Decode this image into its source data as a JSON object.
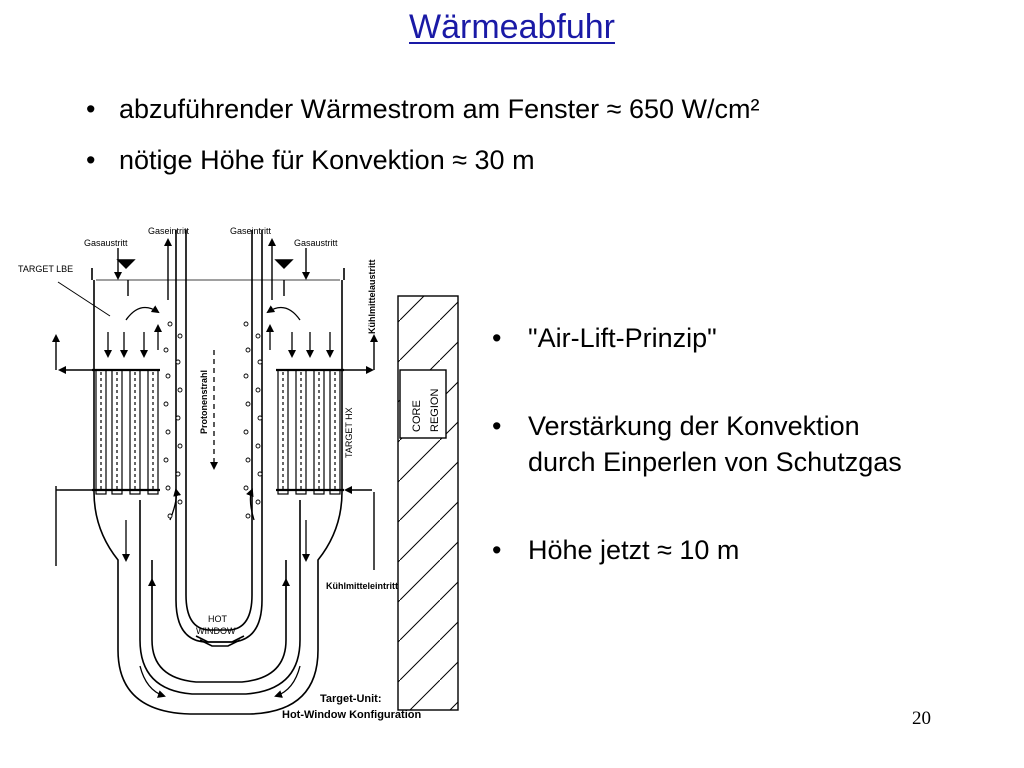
{
  "slide": {
    "title": "Wärmeabfuhr",
    "page_number": "20"
  },
  "bullets_top": [
    "abzuführender Wärmestrom am Fenster ≈ 650 W/cm²",
    "nötige Höhe für Konvektion ≈ 30 m"
  ],
  "bullets_right": {
    "b1": "\"Air-Lift-Prinzip\"",
    "b2_line1": "Verstärkung der Konvektion",
    "b2_line2": "durch Einperlen von Schutzgas",
    "b3": "Höhe jetzt ≈ 10 m"
  },
  "diagram": {
    "gasaustritt_left": "Gasaustritt",
    "gaseintritt_left": "Gaseintritt",
    "gaseintritt_right": "Gaseintritt",
    "gasaustritt_right": "Gasaustritt",
    "target_lbe": "TARGET LBE",
    "kuehlmittelaustritt": "Kühlmittelaustritt",
    "protonenstrahl": "Protonenstrahl",
    "target_hx": "TARGET HX",
    "core": "CORE",
    "region": "REGION",
    "kuehlmitteleintritt": "Kühlmitteleintritt",
    "hot": "HOT",
    "window": "WINDOW",
    "caption_line1": "Target-Unit:",
    "caption_line2": "Hot-Window Konfiguration"
  }
}
